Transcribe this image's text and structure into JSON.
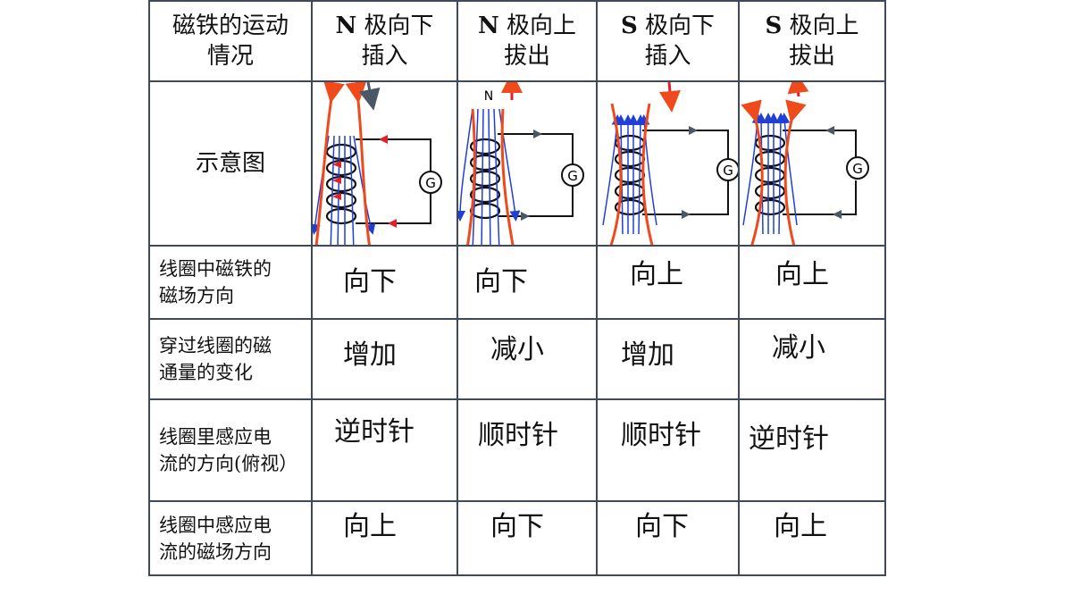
{
  "header": {
    "first": [
      "磁铁的运动",
      "情况"
    ],
    "cases": [
      {
        "pole": "N",
        "line1": "极向下",
        "line2": "插入"
      },
      {
        "pole": "N",
        "line1": "极向上",
        "line2": "拔出"
      },
      {
        "pole": "S",
        "line1": "极向下",
        "line2": "插入"
      },
      {
        "pole": "S",
        "line1": "极向上",
        "line2": "拔出"
      }
    ]
  },
  "rows": {
    "diagram_label": "示意图",
    "field_dir": {
      "label": [
        "线圈中磁铁的",
        "磁场方向"
      ],
      "values": [
        "向下",
        "向下",
        "向上",
        "向上"
      ]
    },
    "flux_change": {
      "label": [
        "穿过线圈的磁",
        "通量的变化"
      ],
      "values": [
        "增加",
        "减小",
        "增加",
        "减小"
      ]
    },
    "current_dir": {
      "label": [
        "线圈里感应电",
        "流的方向(俯视）"
      ],
      "values": [
        "逆时针",
        "顺时针",
        "顺时针",
        "逆时针"
      ]
    },
    "induced_field": {
      "label": [
        "线圈中感应电",
        "流的磁场方向"
      ],
      "values": [
        "向上",
        "向下",
        "向下",
        "向上"
      ]
    }
  },
  "diagram": {
    "galvanometer_symbol": "G",
    "pole_mark": "N",
    "colors": {
      "field_line": "#1f3fd6",
      "magnet_field": "#ee4a1c",
      "current_arrow": "#e0202a",
      "wire": "#111111",
      "arrow_gray": "#4a5866"
    }
  }
}
